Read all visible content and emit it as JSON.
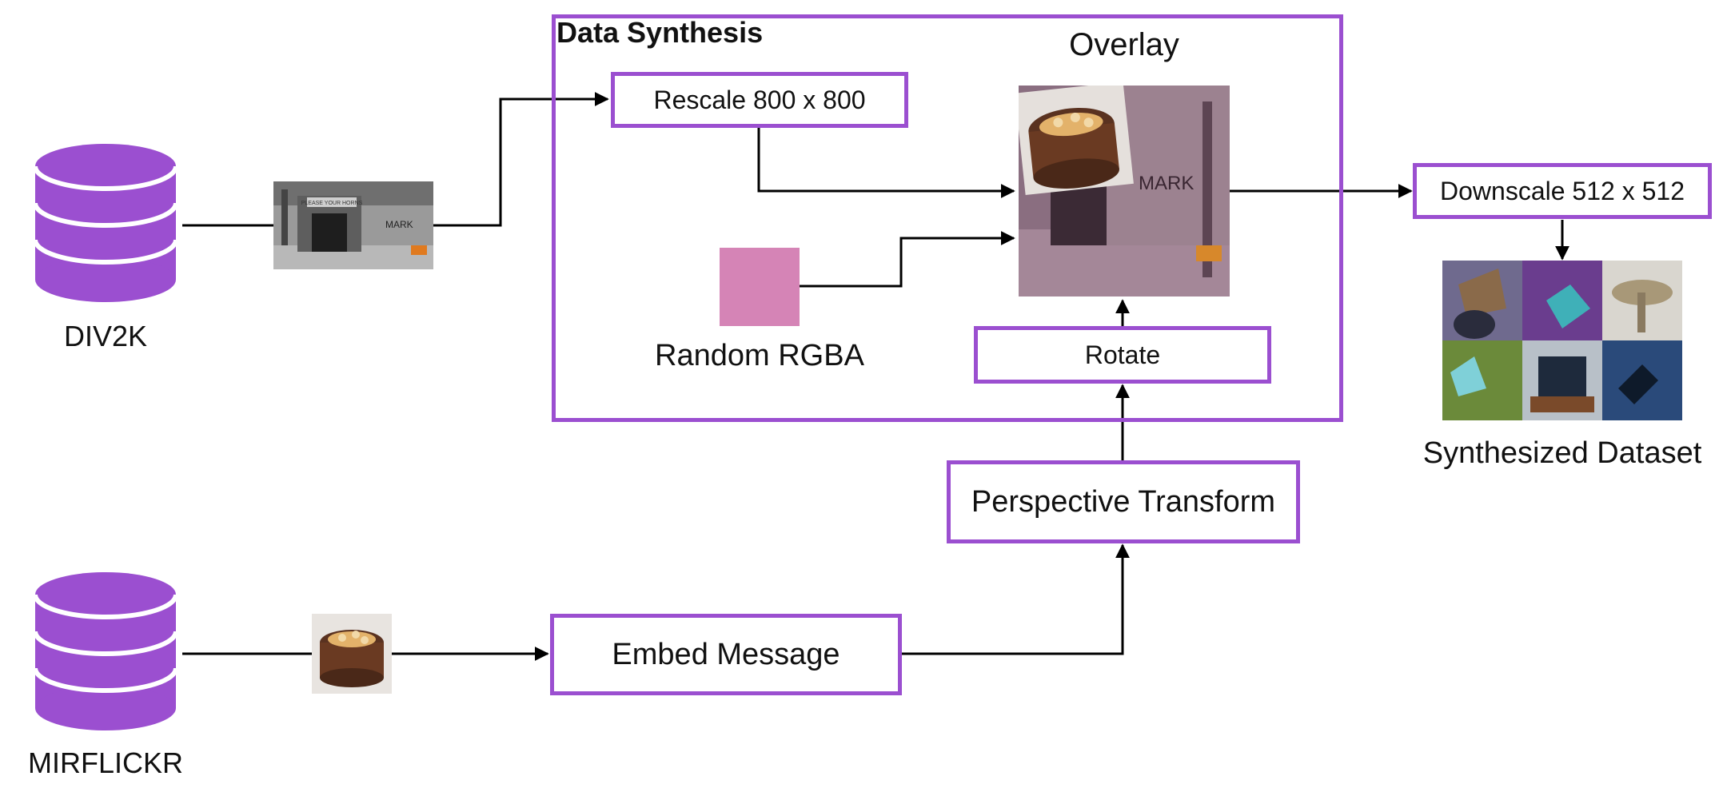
{
  "colors": {
    "accent": "#9b4fd0",
    "db": "#9b4fd0",
    "pink_swatch": "#d584b6",
    "arrow": "#000000"
  },
  "sources": {
    "div2k": {
      "label": "DIV2K",
      "icon": "database-icon"
    },
    "mirflickr": {
      "label": "MIRFLICKR",
      "icon": "database-icon"
    }
  },
  "synthesis": {
    "title": "Data Synthesis",
    "rescale": "Rescale 800 x 800",
    "overlay": "Overlay",
    "random": "Random RGBA",
    "rotate": "Rotate"
  },
  "pipeline": {
    "perspective": "Perspective Transform",
    "embed": "Embed Message",
    "downscale": "Downscale 512 x 512",
    "dataset": "Synthesized Dataset"
  },
  "images": {
    "div2k_sample_mark": "MARK",
    "div2k_sample_sign": "PLEASE YOUR HORNS",
    "overlay_mark": "MARK"
  }
}
